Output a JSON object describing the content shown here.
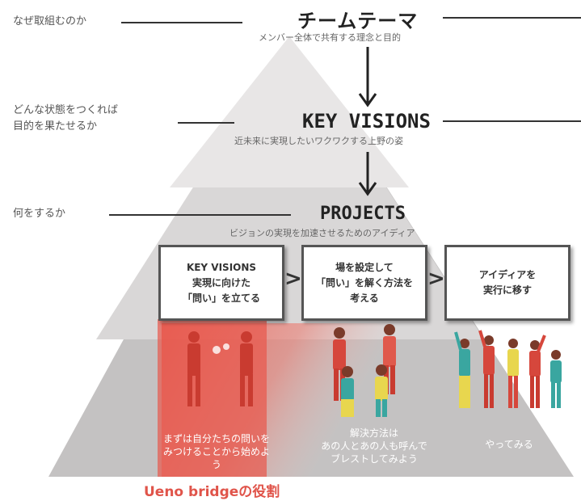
{
  "left_labels": {
    "why": "なぜ取組むのか",
    "state_line1": "どんな状態をつくれば",
    "state_line2": "目的を果たせるか",
    "what": "何をするか"
  },
  "levels": {
    "team_theme": {
      "title": "チームテーマ",
      "subtitle": "メンバー全体で共有する理念と目的"
    },
    "key_visions": {
      "title": "KEY VISIONS",
      "subtitle": "近未来に実現したいワクワクする上野の姿"
    },
    "projects": {
      "title": "PROJECTS",
      "subtitle": "ビジョンの実現を加速させるためのアイディア"
    }
  },
  "steps": [
    {
      "line1": "KEY VISIONS",
      "line2": "実現に向けた",
      "line3": "「問い」を立てる"
    },
    {
      "line1": "場を設定して",
      "line2": "「問い」を解く方法を",
      "line3": "考える"
    },
    {
      "line1": "アイディアを",
      "line2": "実行に移す",
      "line3": ""
    }
  ],
  "step_separator": ">",
  "captions": {
    "left_line1": "まずは自分たちの問いを",
    "left_line2": "みつけることから始めよう",
    "center_line1": "解決方法は",
    "center_line2": "あの人とあの人も呼んで",
    "center_line3": "ブレストしてみよう",
    "right": "やってみる"
  },
  "footer": "Ueno bridgeの役割",
  "colors": {
    "pyramid_top": "#e8e6e6",
    "pyramid_mid": "#d9d7d7",
    "pyramid_bottom": "#c4c2c2",
    "highlight_red": "#e8574c",
    "person_red": "#d6473c",
    "person_teal": "#3aa6a0",
    "person_yellow": "#e8d64e"
  }
}
